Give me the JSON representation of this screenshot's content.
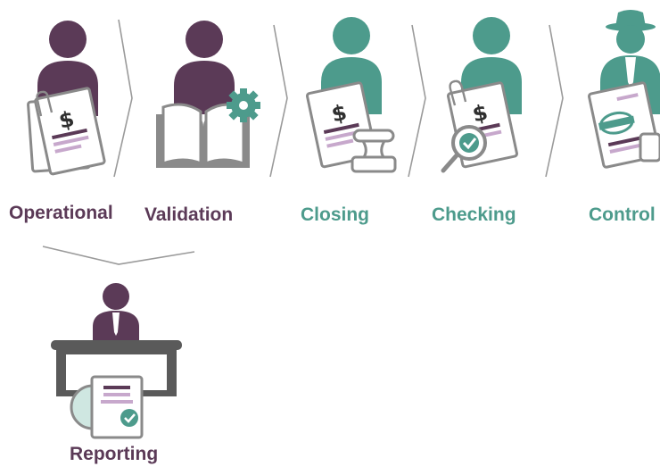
{
  "colors": {
    "purple": "#5b3a57",
    "teal": "#4d9b8c",
    "grey": "#8a8a8a",
    "dark_grey": "#555555",
    "light_purple": "#c7a8cc",
    "light_teal": "#cfe7e1",
    "divider": "#9a9a9a"
  },
  "steps": [
    {
      "id": "operational",
      "label": "Operational",
      "icon": "person-with-invoice-icon"
    },
    {
      "id": "validation",
      "label": "Validation",
      "icon": "person-with-book-and-gear-icon"
    },
    {
      "id": "closing",
      "label": "Closing",
      "icon": "person-with-invoice-and-stamp-icon"
    },
    {
      "id": "checking",
      "label": "Checking",
      "icon": "person-with-invoice-and-magnifier-icon"
    },
    {
      "id": "control",
      "label": "Control",
      "icon": "inspector-with-stamped-document-icon"
    }
  ],
  "reporting": {
    "label": "Reporting",
    "icon": "person-at-desk-with-report-icon"
  }
}
